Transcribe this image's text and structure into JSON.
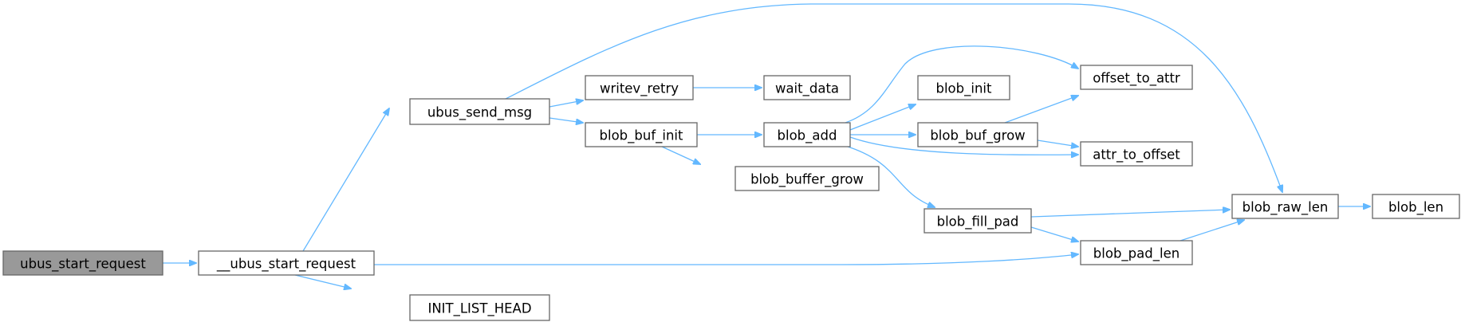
{
  "nodes": {
    "ubus_start_request": {
      "label": "ubus_start_request",
      "root": true
    },
    "__ubus_start_request": {
      "label": "__ubus_start_request"
    },
    "ubus_send_msg": {
      "label": "ubus_send_msg"
    },
    "INIT_LIST_HEAD": {
      "label": "INIT_LIST_HEAD"
    },
    "writev_retry": {
      "label": "writev_retry"
    },
    "blob_buf_init": {
      "label": "blob_buf_init"
    },
    "wait_data": {
      "label": "wait_data"
    },
    "blob_add": {
      "label": "blob_add"
    },
    "blob_buffer_grow": {
      "label": "blob_buffer_grow"
    },
    "blob_init": {
      "label": "blob_init"
    },
    "blob_buf_grow": {
      "label": "blob_buf_grow"
    },
    "blob_fill_pad": {
      "label": "blob_fill_pad"
    },
    "offset_to_attr": {
      "label": "offset_to_attr"
    },
    "attr_to_offset": {
      "label": "attr_to_offset"
    },
    "blob_raw_len": {
      "label": "blob_raw_len"
    },
    "blob_pad_len": {
      "label": "blob_pad_len"
    },
    "blob_len": {
      "label": "blob_len"
    }
  },
  "edges": [
    {
      "from": "ubus_start_request",
      "to": "__ubus_start_request"
    },
    {
      "from": "__ubus_start_request",
      "to": "ubus_send_msg"
    },
    {
      "from": "__ubus_start_request",
      "to": "INIT_LIST_HEAD"
    },
    {
      "from": "__ubus_start_request",
      "to": "blob_pad_len"
    },
    {
      "from": "ubus_send_msg",
      "to": "writev_retry"
    },
    {
      "from": "ubus_send_msg",
      "to": "blob_buf_init"
    },
    {
      "from": "ubus_send_msg",
      "to": "blob_raw_len"
    },
    {
      "from": "writev_retry",
      "to": "wait_data"
    },
    {
      "from": "blob_buf_init",
      "to": "blob_add"
    },
    {
      "from": "blob_buf_init",
      "to": "blob_buffer_grow"
    },
    {
      "from": "blob_add",
      "to": "offset_to_attr"
    },
    {
      "from": "blob_add",
      "to": "blob_init"
    },
    {
      "from": "blob_add",
      "to": "blob_buf_grow"
    },
    {
      "from": "blob_add",
      "to": "attr_to_offset"
    },
    {
      "from": "blob_add",
      "to": "blob_fill_pad"
    },
    {
      "from": "blob_buf_grow",
      "to": "offset_to_attr"
    },
    {
      "from": "blob_buf_grow",
      "to": "attr_to_offset"
    },
    {
      "from": "blob_fill_pad",
      "to": "blob_raw_len"
    },
    {
      "from": "blob_fill_pad",
      "to": "blob_pad_len"
    },
    {
      "from": "blob_pad_len",
      "to": "blob_raw_len"
    },
    {
      "from": "blob_raw_len",
      "to": "blob_len"
    }
  ],
  "colors": {
    "edge": "#63b8ff",
    "node_border": "#666666",
    "root_fill": "#999999",
    "node_fill": "#ffffff"
  }
}
